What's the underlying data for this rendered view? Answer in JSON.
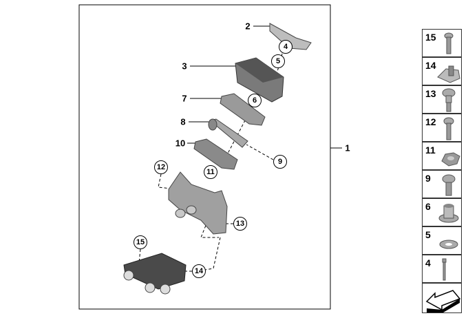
{
  "diagram": {
    "assembly_label": "1",
    "plain_labels": {
      "p2": "2",
      "p3": "3",
      "p7": "7",
      "p8": "8",
      "p10": "10"
    },
    "circled_labels": {
      "c4": "4",
      "c5": "5",
      "c6": "6",
      "c9": "9",
      "c11": "11",
      "c12": "12",
      "c13": "13",
      "c14": "14",
      "c15": "15"
    }
  },
  "legend": {
    "cells": [
      "15",
      "14",
      "13",
      "12",
      "11",
      "9",
      "6",
      "5",
      "4"
    ],
    "nav_icon": "arrow-back-icon"
  },
  "colors": {
    "part": "#8f8f8f",
    "part_dark": "#555555",
    "part_light": "#c8c8c8"
  }
}
